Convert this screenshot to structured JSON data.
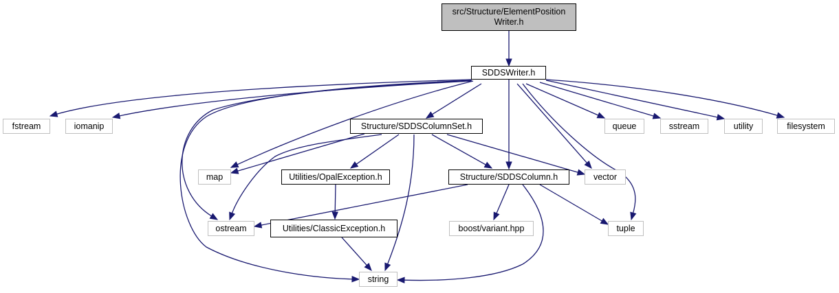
{
  "diagram": {
    "edge_color": "#191970",
    "root_fill": "#bfbfbf",
    "system_border": "#bfbfbf",
    "nodes": [
      {
        "id": "root",
        "label": "src/Structure/ElementPositionWriter.h",
        "lines": [
          "src/Structure/ElementPosition",
          "Writer.h"
        ],
        "kind": "root"
      },
      {
        "id": "sddswriter",
        "label": "SDDSWriter.h",
        "kind": "local"
      },
      {
        "id": "fstream",
        "label": "fstream",
        "kind": "system"
      },
      {
        "id": "iomanip",
        "label": "iomanip",
        "kind": "system"
      },
      {
        "id": "columnset",
        "label": "Structure/SDDSColumnSet.h",
        "kind": "local"
      },
      {
        "id": "queue",
        "label": "queue",
        "kind": "system"
      },
      {
        "id": "sstream",
        "label": "sstream",
        "kind": "system"
      },
      {
        "id": "utility",
        "label": "utility",
        "kind": "system"
      },
      {
        "id": "filesystem",
        "label": "filesystem",
        "kind": "system"
      },
      {
        "id": "map",
        "label": "map",
        "kind": "system"
      },
      {
        "id": "opalexc",
        "label": "Utilities/OpalException.h",
        "kind": "local"
      },
      {
        "id": "sddscolumn",
        "label": "Structure/SDDSColumn.h",
        "kind": "local"
      },
      {
        "id": "vector",
        "label": "vector",
        "kind": "system"
      },
      {
        "id": "ostream",
        "label": "ostream",
        "kind": "system"
      },
      {
        "id": "classicexc",
        "label": "Utilities/ClassicException.h",
        "kind": "local"
      },
      {
        "id": "variant",
        "label": "boost/variant.hpp",
        "kind": "system"
      },
      {
        "id": "tuple",
        "label": "tuple",
        "kind": "system"
      },
      {
        "id": "string",
        "label": "string",
        "kind": "system"
      }
    ],
    "edges": [
      [
        "root",
        "sddswriter"
      ],
      [
        "sddswriter",
        "fstream"
      ],
      [
        "sddswriter",
        "iomanip"
      ],
      [
        "sddswriter",
        "columnset"
      ],
      [
        "sddswriter",
        "queue"
      ],
      [
        "sddswriter",
        "sstream"
      ],
      [
        "sddswriter",
        "utility"
      ],
      [
        "sddswriter",
        "filesystem"
      ],
      [
        "sddswriter",
        "map"
      ],
      [
        "sddswriter",
        "ostream"
      ],
      [
        "sddswriter",
        "string"
      ],
      [
        "sddswriter",
        "sddscolumn"
      ],
      [
        "sddswriter",
        "vector"
      ],
      [
        "sddswriter",
        "tuple"
      ],
      [
        "columnset",
        "map"
      ],
      [
        "columnset",
        "ostream"
      ],
      [
        "columnset",
        "opalexc"
      ],
      [
        "columnset",
        "sddscolumn"
      ],
      [
        "columnset",
        "vector"
      ],
      [
        "columnset",
        "string"
      ],
      [
        "opalexc",
        "classicexc"
      ],
      [
        "classicexc",
        "string"
      ],
      [
        "sddscolumn",
        "ostream"
      ],
      [
        "sddscolumn",
        "variant"
      ],
      [
        "sddscolumn",
        "tuple"
      ],
      [
        "sddscolumn",
        "string"
      ]
    ]
  }
}
